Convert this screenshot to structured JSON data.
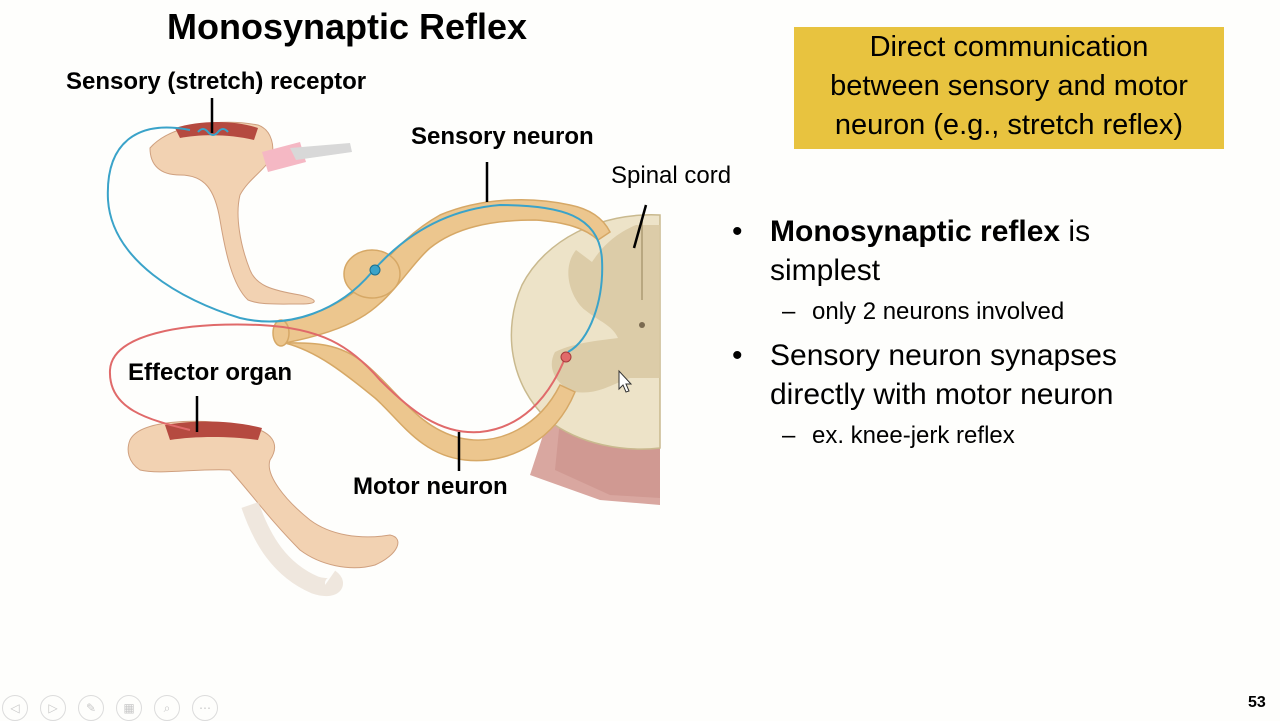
{
  "slide": {
    "title": "Monosynaptic Reflex",
    "page_number": "53"
  },
  "callout": {
    "lines": [
      "Direct communication",
      "between sensory and motor",
      "neuron (e.g., stretch reflex)"
    ],
    "background": "#e8c33f"
  },
  "bullets": [
    {
      "bold": "Monosynaptic reflex",
      "rest_line1": " is",
      "rest_line2": "simplest",
      "sub": "only 2 neurons involved"
    },
    {
      "line1": "Sensory neuron synapses",
      "line2": "directly with motor neuron",
      "sub": "ex. knee-jerk reflex"
    }
  ],
  "diagram": {
    "labels": {
      "receptor": "Sensory (stretch) receptor",
      "sensory_neuron": "Sensory neuron",
      "spinal_cord": "Spinal cord",
      "effector": "Effector organ",
      "motor_neuron": "Motor neuron"
    },
    "colors": {
      "sensory": "#3aa3c9",
      "motor": "#e06a6a",
      "nerve": "#ecc68e",
      "skin": "#f2d2b2"
    }
  },
  "controls": [
    {
      "icon": "previous-icon",
      "glyph": "◁"
    },
    {
      "icon": "next-icon",
      "glyph": "▷"
    },
    {
      "icon": "pen-icon",
      "glyph": "✎"
    },
    {
      "icon": "slides-icon",
      "glyph": "▦"
    },
    {
      "icon": "zoom-icon",
      "glyph": "⌕"
    },
    {
      "icon": "more-icon",
      "glyph": "⋯"
    }
  ]
}
